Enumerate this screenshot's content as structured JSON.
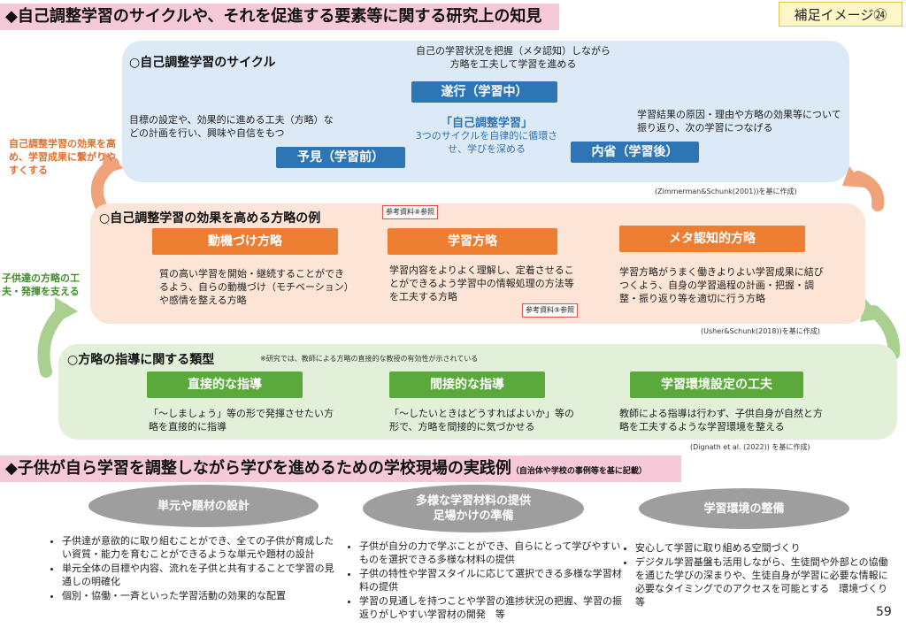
{
  "header": {
    "title": "◆自己調整学習のサイクルや、それを促進する要素等に関する研究上の知見",
    "badge": "補足イメージ㉔"
  },
  "cycle": {
    "title": "○自己調整学習のサイクル",
    "top_desc": "自己の学習状況を把握（メタ認知）しながら方略を工夫して学習を進める",
    "stage_top": "遂行（学習中）",
    "stage_left": "予見（学習前）",
    "stage_right": "内省（学習後）",
    "center_title": "「自己調整学習」",
    "center_desc": "3つのサイクルを自律的に循環させ、学びを深める",
    "left_desc": "目標の設定や、効果的に進める工夫（方略）などの計画を行い、興味や自信をもつ",
    "right_desc": "学習結果の原因・理由や方略の効果等について振り返り、次の学習につなげる",
    "citation": "(Zimmerman&Schunk(2001))を基に作成)"
  },
  "strategies": {
    "title": "○自己調整学習の効果を高める方略の例",
    "ref1": "参考資料⑧参照",
    "ref2": "参考資料⑨参照",
    "items": [
      {
        "label": "動機づけ方略",
        "desc": "質の高い学習を開始・継続することができるよう、自らの動機づけ（モチベーション）や感情を整える方略"
      },
      {
        "label": "学習方略",
        "desc": "学習内容をよりよく理解し、定着させることができるよう学習中の情報処理の方法等を工夫する方略"
      },
      {
        "label": "メタ認知的方略",
        "desc": "学習方略がうまく働きよりよい学習成果に結びつくよう、自身の学習過程の計画・把握・調整・振り返り等を適切に行う方略"
      }
    ],
    "citation": "(Usher&Schunk(2018))を基に作成)"
  },
  "guidance": {
    "title": "○方略の指導に関する類型",
    "note": "※研究では、教師による方略の直接的な教授の有効性が示されている",
    "items": [
      {
        "label": "直接的な指導",
        "desc": "「～しましょう」等の形で発揮させたい方略を直接的に指導"
      },
      {
        "label": "間接的な指導",
        "desc": "「～したいときはどうすればよいか」等の形で、方略を間接的に気づかせる"
      },
      {
        "label": "学習環境設定の工夫",
        "desc": "教師による指導は行わず、子供自身が自然と方略を工夫するような学習環境を整える"
      }
    ],
    "citation": "(Dignath et al. (2022)) を基に作成)"
  },
  "side": {
    "orange": "自己調整学習の効果を高め、学習成果に繋がりやすくする",
    "green": "子供達の方略の工夫・発揮を支える"
  },
  "practice": {
    "title": "◆子供が自ら学習を調整しながら学びを進めるための学校現場の実践例",
    "title_note": "（自治体や学校の事例等を基に記載）",
    "columns": [
      {
        "label": "単元や題材の設計",
        "bullets": [
          "子供達が意欲的に取り組むことができ、全ての子供が育成したい資質・能力を育むことができるような単元や題材の設計",
          "単元全体の目標や内容、流れを子供と共有することで学習の見通しの明確化",
          "個別・協働・一斉といった学習活動の効果的な配置"
        ]
      },
      {
        "label": "多様な学習材料の提供\n足場かけの準備",
        "bullets": [
          "子供が自分の力で学ぶことができ、自らにとって学びやすいものを選択できる多様な材料の提供",
          "子供の特性や学習スタイルに応じて選択できる多様な学習材料の提供",
          "学習の見通しを持つことや学習の進捗状況の把握、学習の振返りがしやすい学習材の開発　等"
        ]
      },
      {
        "label": "学習環境の整備",
        "bullets": [
          "安心して学習に取り組める空間づくり",
          "デジタル学習基盤も活用しながら、生徒間や外部との協働を通じた学びの深まりや、生徒自身が学習に必要な情報に必要なタイミングでのアクセスを可能とする　環境づくり　　　　等"
        ]
      }
    ]
  },
  "page_number": "59",
  "colors": {
    "header_bg": "#f6c9d8",
    "blue_panel": "#dce9f7",
    "peach_panel": "#fce4d6",
    "green_panel": "#e2f0d9",
    "blue_button": "#2e75b6",
    "orange_button": "#ed7d31",
    "green_button": "#5ba83b",
    "oval": "#9e9e9e"
  }
}
